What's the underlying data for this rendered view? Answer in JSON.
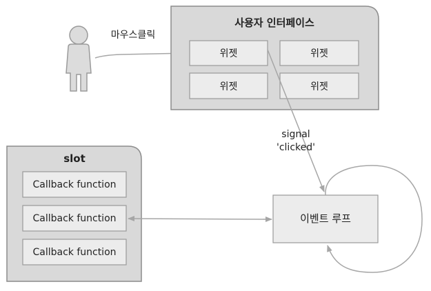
{
  "actor": {
    "action_label": "마우스클릭"
  },
  "ui_panel": {
    "title": "사용자 인터페이스",
    "widgets": [
      "위젯",
      "위젯",
      "위젯",
      "위젯"
    ]
  },
  "signal": {
    "line1": "signal",
    "line2": "'clicked'"
  },
  "slot_panel": {
    "title": "slot",
    "callbacks": [
      "Callback function",
      "Callback function",
      "Callback function"
    ]
  },
  "event_loop": {
    "label": "이벤트 루프"
  },
  "colors": {
    "panel_fill": "#d9d9d9",
    "box_fill": "#ececec",
    "stroke": "#8c8c8c",
    "arrow": "#a6a6a6"
  }
}
